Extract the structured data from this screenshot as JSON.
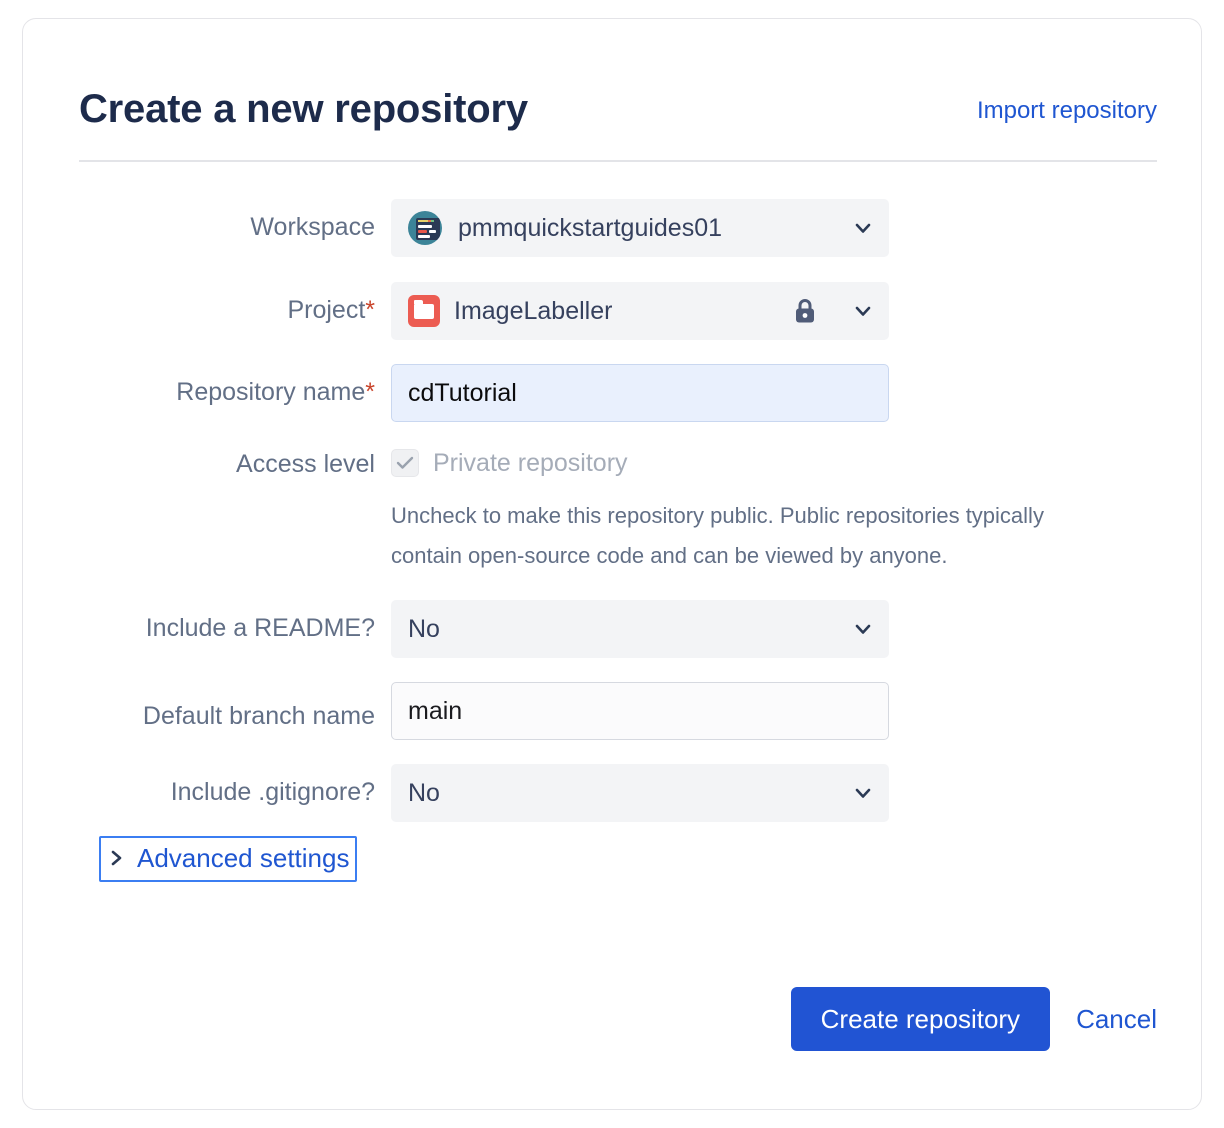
{
  "card": {
    "title": "Create a new repository",
    "import_link": "Import repository"
  },
  "form": {
    "workspace": {
      "label": "Workspace",
      "value": "pmmquickstartguides01",
      "icon": "workspace-avatar-icon",
      "chevron": "chevron-down-icon"
    },
    "project": {
      "label": "Project",
      "required_mark": "*",
      "value": "ImageLabeller",
      "icon": "project-folder-icon",
      "lock_icon": "lock-icon",
      "chevron": "chevron-down-icon"
    },
    "repository_name": {
      "label": "Repository name",
      "required_mark": "*",
      "value": "cdTutorial",
      "placeholder": ""
    },
    "access_level": {
      "label": "Access level",
      "checkbox_label": "Private repository",
      "checked": true,
      "help_text": "Uncheck to make this repository public. Public repositories typically contain open-source code and can be viewed by anyone."
    },
    "include_readme": {
      "label": "Include a README?",
      "value": "No",
      "chevron": "chevron-down-icon"
    },
    "default_branch": {
      "label": "Default branch name",
      "value": "main",
      "placeholder": ""
    },
    "include_gitignore": {
      "label": "Include .gitignore?",
      "value": "No",
      "chevron": "chevron-down-icon"
    },
    "advanced_settings": {
      "label": "Advanced settings",
      "chevron": "chevron-right-icon"
    }
  },
  "footer": {
    "primary_label": "Create repository",
    "cancel_label": "Cancel"
  },
  "colors": {
    "link": "#1f56d1",
    "primary_button": "#2154d3",
    "title": "#1d2b4b",
    "label": "#626f86",
    "required": "#c9442a",
    "project_icon": "#ec5c52",
    "workspace_avatar": "#3c8498",
    "focus_ring": "#3b7ef2",
    "input_focus_bg": "#e9f0fd"
  }
}
